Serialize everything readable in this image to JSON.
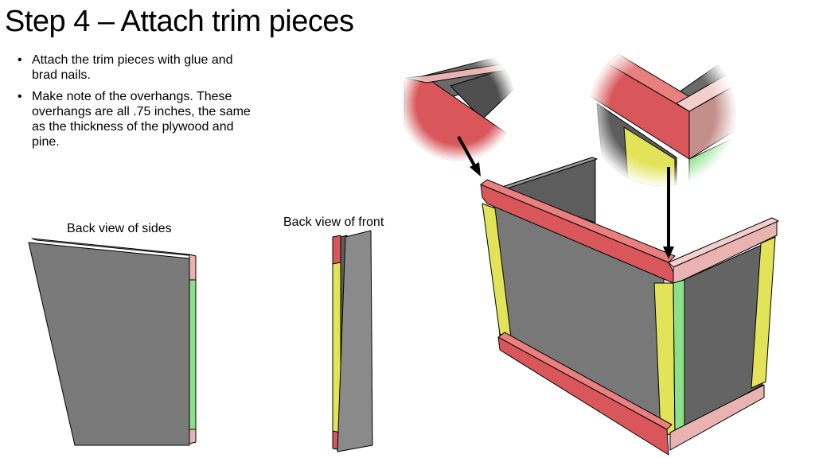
{
  "slide": {
    "title": "Step 4 – Attach trim pieces",
    "bullets": [
      "Attach the trim pieces with glue and brad nails.",
      "Make note of the overhangs. These overhangs are all .75 inches, the same  as the thickness of the plywood and pine."
    ],
    "captions": {
      "sides": "Back view of sides",
      "front": "Back view of front"
    }
  },
  "colors": {
    "plywood": "#7a7a7a",
    "trim_red": "#d9575a",
    "trim_pink": "#e8b3b0",
    "trim_yellow": "#e3e35a",
    "trim_green": "#8de08a",
    "outline": "#000000"
  },
  "icons": [
    "arrow-down-right-icon",
    "arrow-down-icon",
    "zoom-circle-icon"
  ]
}
